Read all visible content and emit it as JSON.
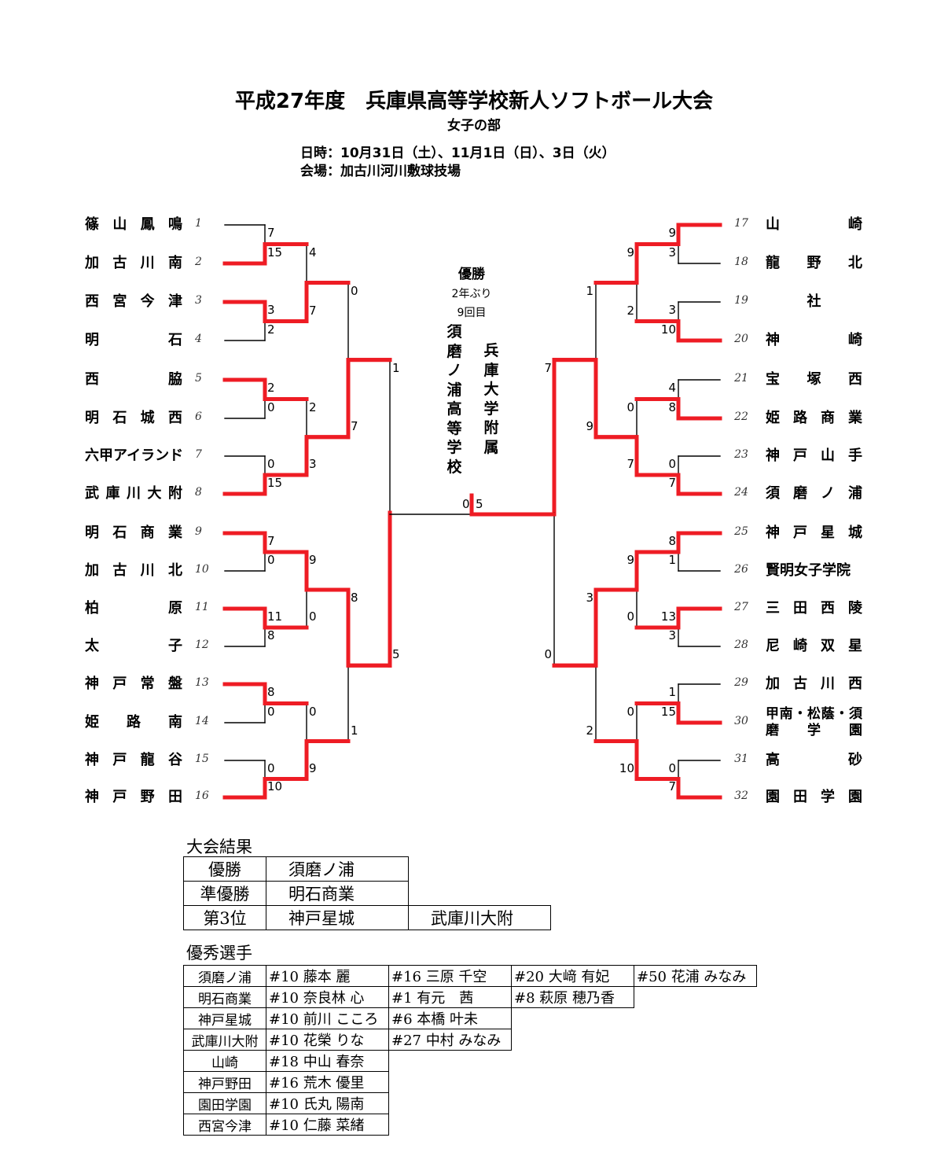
{
  "header": {
    "title": "平成27年度　兵庫県高等学校新人ソフトボール大会",
    "subtitle": "女子の部",
    "dates": "日時：10月31日（土）、11月1日（日）、3日（火）",
    "venue": "会場：加古川河川敷球技場"
  },
  "left_teams": [
    {
      "seed": "1",
      "name": "篠山鳳鳴"
    },
    {
      "seed": "2",
      "name": "加古川南"
    },
    {
      "seed": "3",
      "name": "西宮今津"
    },
    {
      "seed": "4",
      "name": "明石"
    },
    {
      "seed": "5",
      "name": "西脇"
    },
    {
      "seed": "6",
      "name": "明石城西"
    },
    {
      "seed": "7",
      "name": "六甲アイランド"
    },
    {
      "seed": "8",
      "name": "武庫川大附"
    },
    {
      "seed": "9",
      "name": "明石商業"
    },
    {
      "seed": "10",
      "name": "加古川北"
    },
    {
      "seed": "11",
      "name": "柏原"
    },
    {
      "seed": "12",
      "name": "太子"
    },
    {
      "seed": "13",
      "name": "神戸常盤"
    },
    {
      "seed": "14",
      "name": "姫路南"
    },
    {
      "seed": "15",
      "name": "神戸龍谷"
    },
    {
      "seed": "16",
      "name": "神戸野田"
    }
  ],
  "right_teams": [
    {
      "seed": "17",
      "name": "山崎"
    },
    {
      "seed": "18",
      "name": "龍野北"
    },
    {
      "seed": "19",
      "name": "社"
    },
    {
      "seed": "20",
      "name": "神崎"
    },
    {
      "seed": "21",
      "name": "宝塚西"
    },
    {
      "seed": "22",
      "name": "姫路商業"
    },
    {
      "seed": "23",
      "name": "神戸山手"
    },
    {
      "seed": "24",
      "name": "須磨ノ浦"
    },
    {
      "seed": "25",
      "name": "神戸星城"
    },
    {
      "seed": "26",
      "name": "賢明女子学院"
    },
    {
      "seed": "27",
      "name": "三田西陵"
    },
    {
      "seed": "28",
      "name": "尼崎双星"
    },
    {
      "seed": "29",
      "name": "加古川西"
    },
    {
      "seed": "30",
      "name": "甲南・松蔭・須磨学園",
      "line1": "甲南・松蔭・須",
      "line2": "磨学園"
    },
    {
      "seed": "31",
      "name": "高砂"
    },
    {
      "seed": "32",
      "name": "園田学園"
    }
  ],
  "left_r1": [
    [
      7,
      15
    ],
    [
      3,
      2
    ],
    [
      2,
      0
    ],
    [
      0,
      15
    ],
    [
      7,
      0
    ],
    [
      11,
      8
    ],
    [
      8,
      0
    ],
    [
      0,
      10
    ]
  ],
  "left_r2": [
    [
      4,
      7
    ],
    [
      2,
      3
    ],
    [
      9,
      0
    ],
    [
      0,
      9
    ]
  ],
  "left_r3": [
    [
      0,
      7
    ],
    [
      8,
      1
    ]
  ],
  "left_r4": [
    1,
    5
  ],
  "right_r1": [
    [
      9,
      3
    ],
    [
      3,
      10
    ],
    [
      4,
      8
    ],
    [
      0,
      7
    ],
    [
      8,
      1
    ],
    [
      13,
      3
    ],
    [
      1,
      15
    ],
    [
      0,
      7
    ]
  ],
  "right_r2": [
    [
      9,
      2
    ],
    [
      0,
      7
    ],
    [
      9,
      0
    ],
    [
      0,
      10
    ]
  ],
  "right_r3": [
    [
      1,
      9
    ],
    [
      3,
      2
    ]
  ],
  "right_r4": [
    7,
    0
  ],
  "final": [
    0,
    5
  ],
  "champion": {
    "label": "優勝",
    "streak": "2年ぶり",
    "count": "9回目",
    "school_col1": "須磨ノ浦高等学校",
    "school_col2": "兵庫大学附属"
  },
  "results": {
    "title": "大会結果",
    "rows": [
      {
        "rank": "優勝",
        "teams": [
          "須磨ノ浦"
        ]
      },
      {
        "rank": "準優勝",
        "teams": [
          "明石商業"
        ]
      },
      {
        "rank": "第3位",
        "teams": [
          "神戸星城",
          "武庫川大附"
        ]
      }
    ]
  },
  "mvp": {
    "title": "優秀選手",
    "rows": [
      {
        "school": "須磨ノ浦",
        "players": [
          "#10 藤本 麗",
          "#16 三原 千空",
          "#20 大﨑 有妃",
          "#50 花浦 みなみ"
        ]
      },
      {
        "school": "明石商業",
        "players": [
          "#10 奈良林 心",
          "#1 有元　茜",
          "#8 萩原 穂乃香"
        ]
      },
      {
        "school": "神戸星城",
        "players": [
          "#10 前川 こころ",
          "#6 本橋 叶未"
        ]
      },
      {
        "school": "武庫川大附",
        "players": [
          "#10 花榮 りな",
          "#27 中村 みなみ"
        ]
      },
      {
        "school": "山崎",
        "players": [
          "#18 中山 春奈"
        ]
      },
      {
        "school": "神戸野田",
        "players": [
          "#16 荒木 優里"
        ]
      },
      {
        "school": "園田学園",
        "players": [
          "#10 氏丸 陽南"
        ]
      },
      {
        "school": "西宮今津",
        "players": [
          "#10 仁藤 菜緒"
        ]
      }
    ]
  },
  "colors": {
    "winner": "#ee1c24",
    "line": "#000000"
  }
}
